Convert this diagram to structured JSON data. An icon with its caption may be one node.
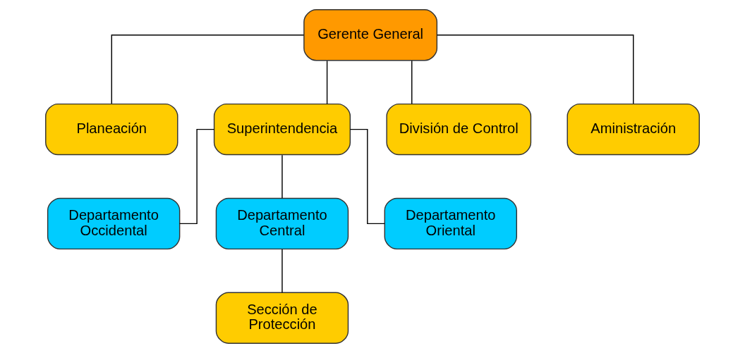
{
  "diagram": {
    "nodes": [
      {
        "text": [
          "Gerente General"
        ]
      },
      {
        "text": [
          "Planeación"
        ]
      },
      {
        "text": [
          "Superintendencia"
        ]
      },
      {
        "text": [
          "División de Control"
        ]
      },
      {
        "text": [
          "Aministración"
        ]
      },
      {
        "text": [
          "Departamento Occidental"
        ]
      },
      {
        "text": [
          "Departamento Central"
        ]
      },
      {
        "text": [
          "Departamento Oriental"
        ]
      },
      {
        "text": [
          "Sección de Protección"
        ]
      }
    ],
    "edges": [
      {
        "from": 0,
        "to": 1,
        "arrow": "none"
      },
      {
        "from": 0,
        "to": 2,
        "arrow": "none"
      },
      {
        "from": 0,
        "to": 3,
        "arrow": "none"
      },
      {
        "from": 0,
        "to": 4,
        "arrow": "none"
      },
      {
        "from": 2,
        "to": 5,
        "arrow": "none"
      },
      {
        "from": 2,
        "to": 6,
        "arrow": "none"
      },
      {
        "from": 2,
        "to": 7,
        "arrow": "none"
      },
      {
        "from": 6,
        "to": 8,
        "arrow": "none"
      }
    ]
  }
}
